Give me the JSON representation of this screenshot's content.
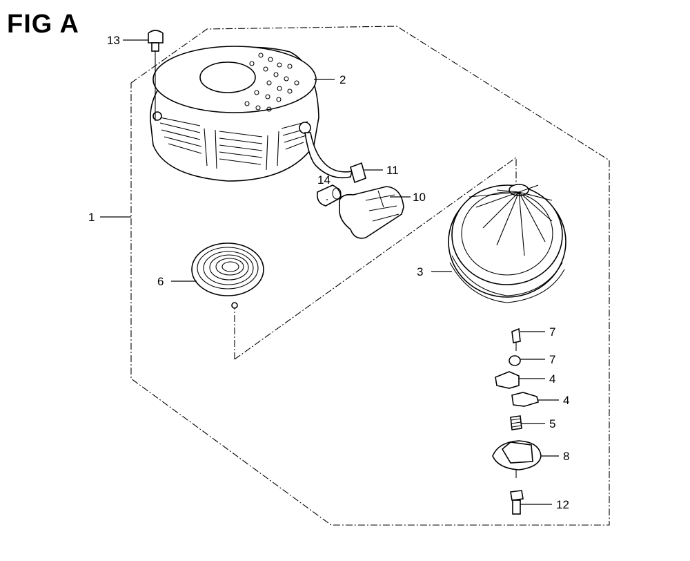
{
  "figure": {
    "title": "FIG A"
  },
  "callouts": {
    "c1": "1",
    "c2": "2",
    "c3": "3",
    "c4a": "4",
    "c4b": "4",
    "c5": "5",
    "c6": "6",
    "c7a": "7",
    "c7b": "7",
    "c8": "8",
    "c10": "10",
    "c11": "11",
    "c12": "12",
    "c13": "13",
    "c14": "14"
  }
}
